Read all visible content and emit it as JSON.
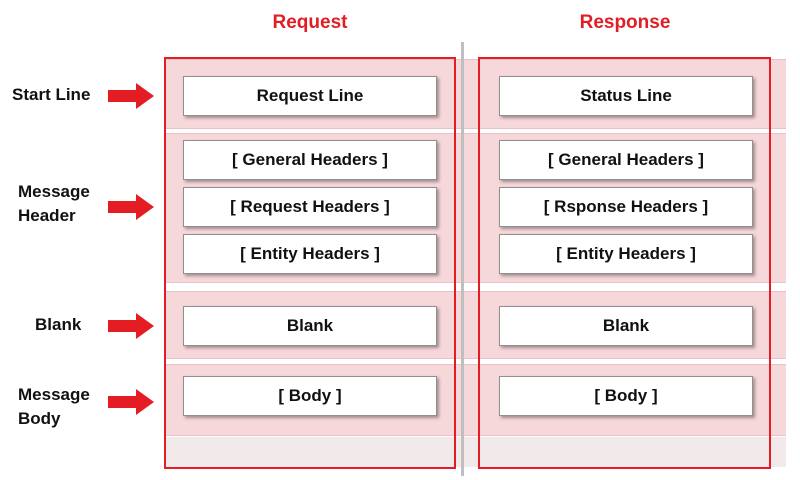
{
  "columns": {
    "request": {
      "title": "Request"
    },
    "response": {
      "title": "Response"
    }
  },
  "row_labels": {
    "start_line": "Start Line",
    "message_header_1": "Message",
    "message_header_2": "Header",
    "blank": "Blank",
    "message_body_1": "Message",
    "message_body_2": "Body"
  },
  "request": {
    "start_line": "Request Line",
    "general_headers": "[ General Headers ]",
    "specific_headers": "[ Request Headers ]",
    "entity_headers": "[ Entity Headers ]",
    "blank": "Blank",
    "body": "[ Body ]"
  },
  "response": {
    "start_line": "Status Line",
    "general_headers": "[ General Headers ]",
    "specific_headers": "[ Rsponse Headers ]",
    "entity_headers": "[ Entity Headers ]",
    "blank": "Blank",
    "body": "[ Body ]"
  },
  "colors": {
    "accent": "#e01e24",
    "band": "#f6d7da",
    "box_border": "#8f8f8f"
  },
  "icons": {
    "row_pointer": "arrow-right-icon"
  }
}
